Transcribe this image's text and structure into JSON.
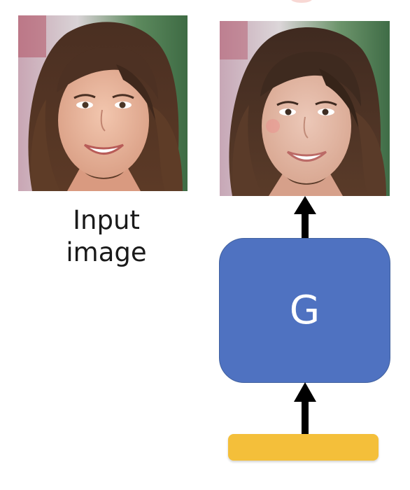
{
  "input_caption": {
    "line1": "Input",
    "line2": "image"
  },
  "generator_label": "G",
  "colors": {
    "generator_fill": "#4f72c1",
    "latent_bar": "#f4bf3a",
    "arrow": "#000000"
  }
}
